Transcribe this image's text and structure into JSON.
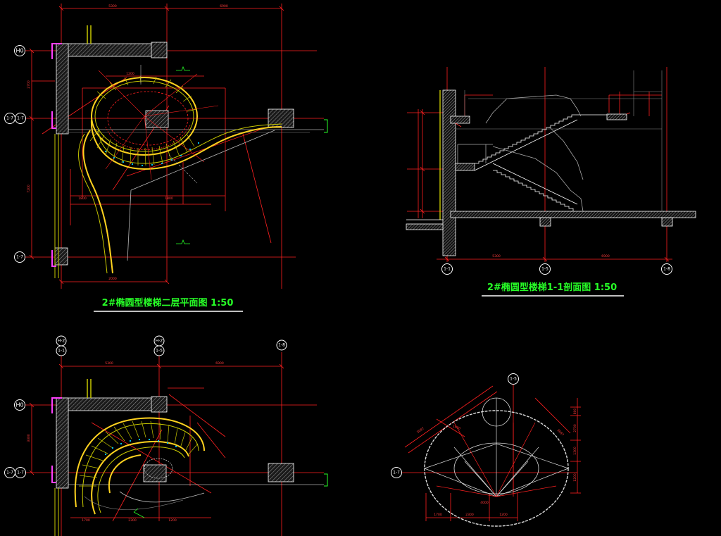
{
  "drawings": {
    "plan_2f": {
      "title": "2#椭圆型楼梯二层平面图 1:50",
      "axes": {
        "h0": "H0",
        "h7": "1-7",
        "h8": "1-7",
        "hbot": "1-7"
      },
      "dims": {
        "top_left": "5300",
        "top_right": "6900",
        "bottom": "2000",
        "left_upper": "2700",
        "left_lower": "7200",
        "step_a": "1800",
        "step_b": "1800",
        "step_c": "1200"
      }
    },
    "section_1_1": {
      "title": "2#椭圆型楼梯1-1剖面图 1:50",
      "axes": {
        "a": "1-1",
        "b": "1-5",
        "c": "1-8"
      },
      "dims": {
        "ab": "5300",
        "bc": "6900"
      }
    },
    "plan_1f": {
      "axes": {
        "top_a1": "H-2",
        "top_a2": "1-1",
        "top_b1": "H-2",
        "top_b2": "1-5",
        "top_c": "1-8",
        "h0": "H0",
        "h7": "1-7"
      },
      "dims": {
        "top_left": "5300",
        "top_right": "6900",
        "left": "3300",
        "bot_a": "1700",
        "bot_b": "2300",
        "bot_c": "1200"
      }
    },
    "ellipse_detail": {
      "axes": {
        "top": "1-5",
        "left": "1-7"
      },
      "dims": {
        "r1": "3087",
        "r2": "3087",
        "v1": "800",
        "v2": "2700",
        "v3": "1300",
        "v4": "1200",
        "h1": "1700",
        "h2": "2300",
        "h3": "1200",
        "c1": "4000",
        "c2": "1800"
      }
    }
  },
  "colors": {
    "background": "#000000",
    "grid": "#ff2020",
    "wall": "#ffffff",
    "stair": "#ffd21f",
    "rail": "#c8c800",
    "window": "#ff40ff",
    "title": "#27ff27",
    "underline": "#ffffff",
    "dim": "#ff3b3b"
  }
}
